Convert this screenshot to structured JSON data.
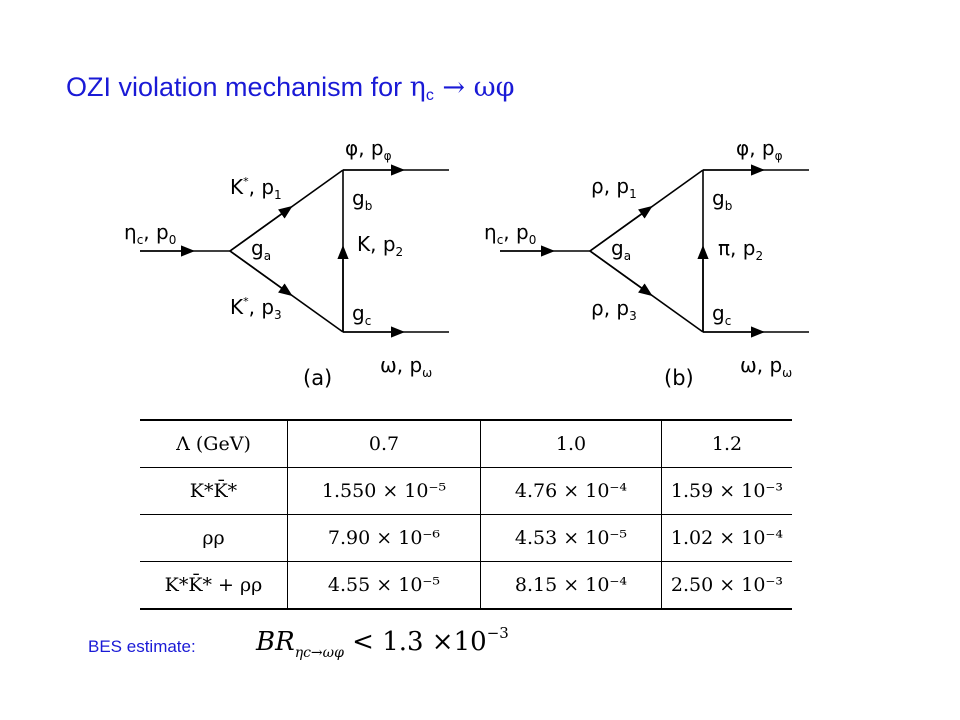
{
  "title": {
    "text": "OZI violation mechanism for ",
    "eta": "η",
    "eta_sub": "c",
    "arrow": " → ",
    "final": "ωφ"
  },
  "diagram_a": {
    "caption": "(a)",
    "incoming": "ηc, p0",
    "upper_left": "K*, p1",
    "lower_left": "K*, p3",
    "vertex_left": "ga",
    "vertex_top": "gb",
    "vertex_bottom": "gc",
    "exchange": "K, p2",
    "out_top": "φ, pφ",
    "out_bottom": "ω, pω"
  },
  "diagram_b": {
    "caption": "(b)",
    "incoming": "ηc, p0",
    "upper_left": "ρ, p1",
    "lower_left": "ρ, p3",
    "vertex_left": "ga",
    "vertex_top": "gb",
    "vertex_bottom": "gc",
    "exchange": "π, p2",
    "out_top": "φ, pφ",
    "out_bottom": "ω, pω"
  },
  "table": {
    "header": [
      "Λ (GeV)",
      "0.7",
      "1.0",
      "1.2"
    ],
    "rows": [
      {
        "label": "K*K̄*",
        "values": [
          "1.550 × 10⁻⁵",
          "4.76 × 10⁻⁴",
          "1.59 × 10⁻³"
        ]
      },
      {
        "label": "ρρ",
        "values": [
          "7.90 × 10⁻⁶",
          "4.53 × 10⁻⁵",
          "1.02 × 10⁻⁴"
        ]
      },
      {
        "label": "K*K̄* + ρρ",
        "values": [
          "4.55 × 10⁻⁵",
          "8.15 × 10⁻⁴",
          "2.50 × 10⁻³"
        ]
      }
    ]
  },
  "bes": {
    "label": "BES estimate:",
    "formula_main": "BR",
    "formula_sub": "ηc→ωφ",
    "relation": "< 1.3 ×10",
    "exponent": "−3"
  }
}
